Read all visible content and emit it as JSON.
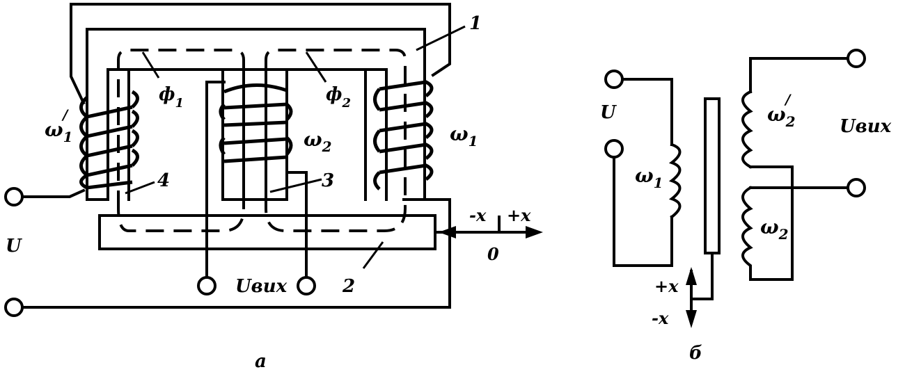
{
  "diagram_a": {
    "caption": "а",
    "input_label": "U",
    "output_label": "Uвих",
    "flux_1": "ф",
    "flux_1_sub": "1",
    "flux_2": "ф",
    "flux_2_sub": "2",
    "winding_left": "ω",
    "winding_left_sub": "1",
    "winding_left_prime": "/",
    "winding_center": "ω",
    "winding_center_sub": "2",
    "winding_right": "ω",
    "winding_right_sub": "1",
    "part_1": "1",
    "part_2": "2",
    "part_3": "3",
    "part_4": "4",
    "axis_minus": "-x",
    "axis_plus": "+x",
    "axis_zero": "0"
  },
  "diagram_b": {
    "caption": "б",
    "input_label": "U",
    "output_label": "Uвих",
    "winding_primary": "ω",
    "winding_primary_sub": "1",
    "winding_secondary_top": "ω",
    "winding_secondary_top_sub": "2",
    "winding_secondary_top_prime": "/",
    "winding_secondary_bottom": "ω",
    "winding_secondary_bottom_sub": "2",
    "axis_plus": "+x",
    "axis_minus": "-x"
  }
}
